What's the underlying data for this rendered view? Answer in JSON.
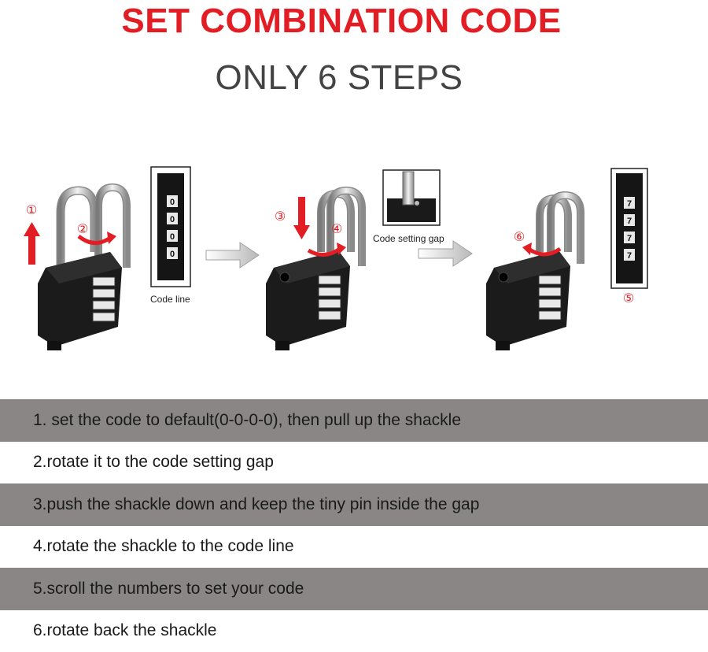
{
  "title": "SET COMBINATION CODE",
  "subtitle": "ONLY 6 STEPS",
  "colors": {
    "title": "#e31d24",
    "band": "#8a8685",
    "arrow": "#e31d24"
  },
  "diagram": {
    "markers": [
      "①",
      "②",
      "③",
      "④",
      "⑤",
      "⑥"
    ],
    "code_line_label": "Code line",
    "code_setting_gap_label": "Code setting gap",
    "default_digit": "0",
    "set_digit": "7"
  },
  "steps": [
    {
      "text": "1. set the code to default(0-0-0-0), then pull up the shackle",
      "shaded": true
    },
    {
      "text": "2.rotate it to the code setting gap",
      "shaded": false
    },
    {
      "text": "3.push the shackle down and keep the tiny pin inside the gap",
      "shaded": true
    },
    {
      "text": "4.rotate the shackle to the code line",
      "shaded": false
    },
    {
      "text": "5.scroll the numbers to set your code",
      "shaded": true
    },
    {
      "text": "6.rotate back the shackle",
      "shaded": false
    }
  ]
}
